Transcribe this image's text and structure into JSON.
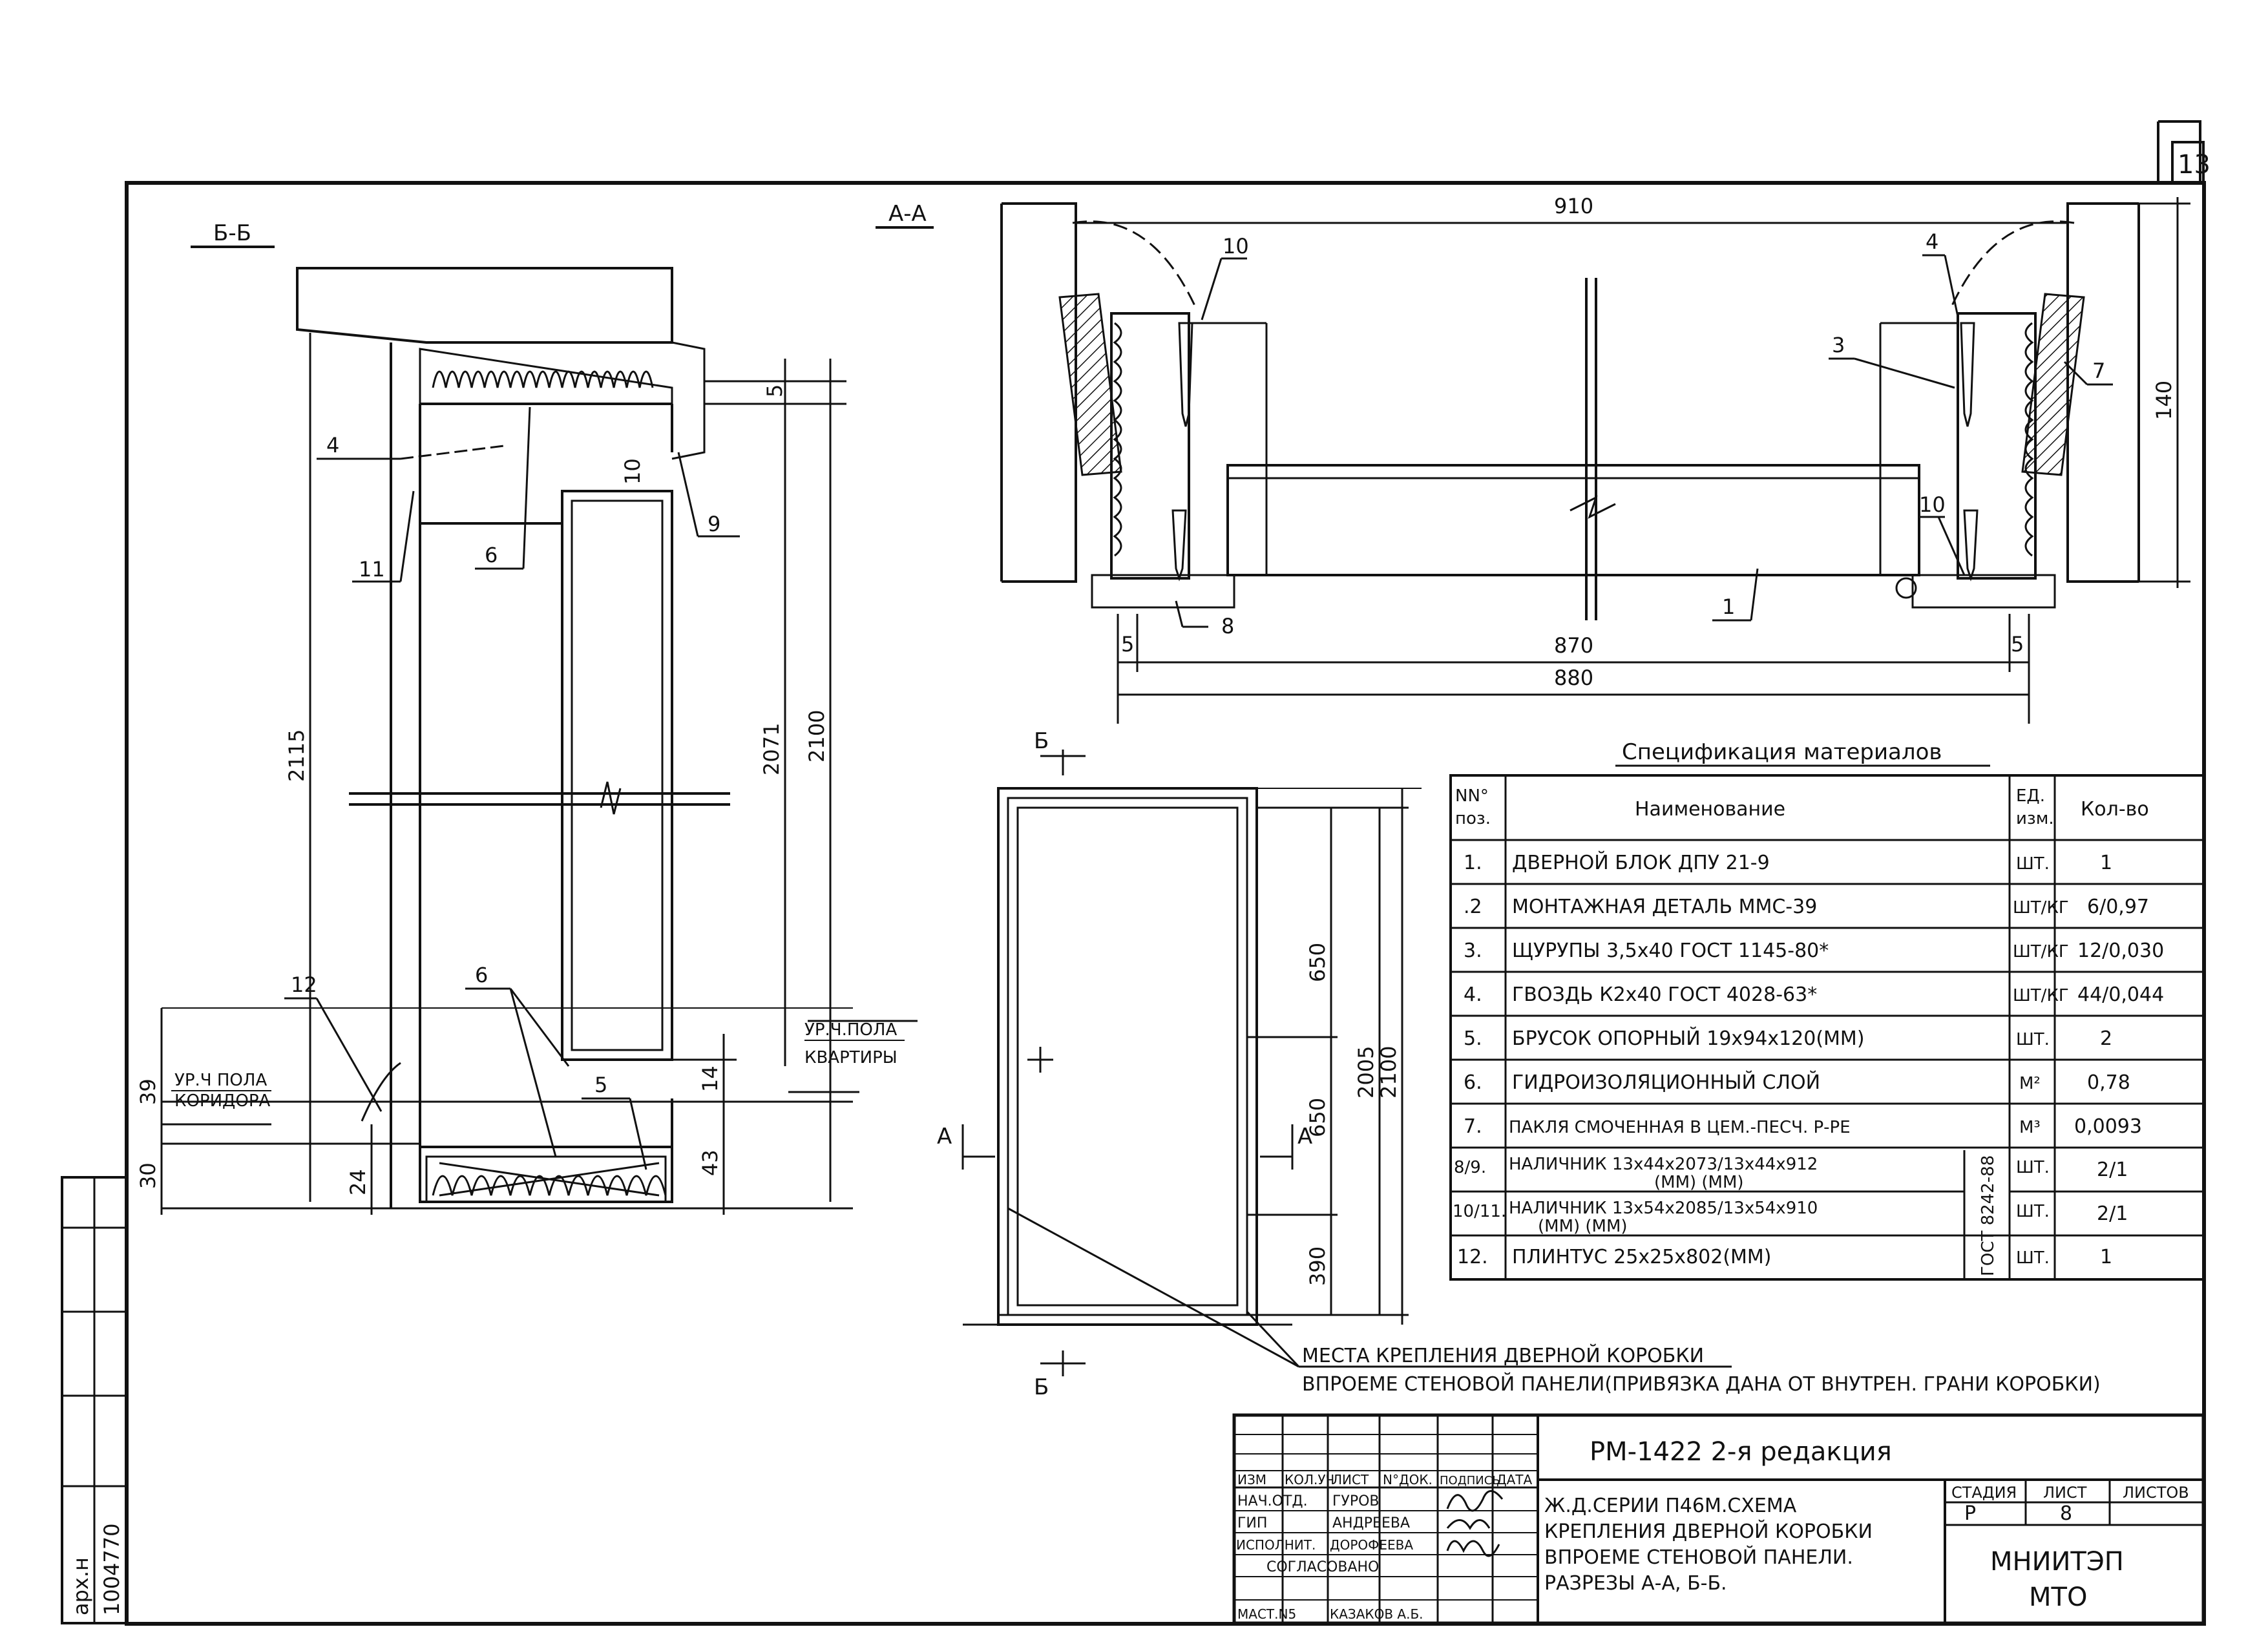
{
  "sheet_number": "13",
  "views": {
    "section_bb": {
      "title": "Б-Б",
      "dims": {
        "d5": "5",
        "d10": "10",
        "d2115": "2115",
        "d2071": "2071",
        "d2100": "2100",
        "d39": "39",
        "d30": "30",
        "d24": "24",
        "d14": "14",
        "d43": "43"
      },
      "callouts": {
        "c4": "4",
        "c11": "11",
        "c6a": "6",
        "c9": "9",
        "c12": "12",
        "c6b": "6",
        "c5": "5"
      },
      "level_corridor": [
        "УР.Ч ПОЛА",
        "КОРИДОРА"
      ],
      "level_apartment": [
        "УР.Ч.ПОЛА",
        "КВАРТИРЫ"
      ]
    },
    "section_aa": {
      "title": "А-А",
      "dims": {
        "d910": "910",
        "d140": "140",
        "d870": "870",
        "d880": "880",
        "d5l": "5",
        "d5r": "5"
      },
      "callouts": {
        "c10a": "10",
        "c4": "4",
        "c3": "3",
        "c7": "7",
        "c10b": "10",
        "c1": "1",
        "c8": "8"
      }
    },
    "elevation": {
      "cut_b_top": "Б",
      "cut_b_bottom": "Б",
      "cut_a_left": "А",
      "cut_a_right": "А",
      "dims": {
        "d650a": "650",
        "d650b": "650",
        "d390": "390",
        "d2005": "2005",
        "d2100": "2100"
      },
      "note_line1": "МЕСТА КРЕПЛЕНИЯ ДВЕРНОЙ КОРОБКИ",
      "note_line2": "ВПРОЕМЕ СТЕНОВОЙ ПАНЕЛИ(ПРИВЯЗКА ДАНА ОТ ВНУТРЕН. ГРАНИ КОРОБКИ)"
    }
  },
  "spec": {
    "title": "Спецификация материалов",
    "headers": {
      "pos": [
        "NN°",
        "поз."
      ],
      "name": "Наименование",
      "unit": [
        "ЕД.",
        "изм."
      ],
      "qty": "Кол-во"
    },
    "rows": [
      {
        "pos": "1.",
        "name": "ДВЕРНОЙ БЛОК ДПУ 21-9",
        "unit": "ШТ.",
        "qty": "1"
      },
      {
        "pos": ".2",
        "name": "МОНТАЖНАЯ ДЕТАЛЬ ММС-39",
        "unit": "ШТ/КГ",
        "qty": "6/0,97"
      },
      {
        "pos": "3.",
        "name": "ЩУРУПЫ 3,5х40 ГОСТ 1145-80*",
        "unit": "ШТ/КГ",
        "qty": "12/0,030"
      },
      {
        "pos": "4.",
        "name": "ГВОЗДЬ К2х40 ГОСТ 4028-63*",
        "unit": "ШТ/КГ",
        "qty": "44/0,044"
      },
      {
        "pos": "5.",
        "name": "БРУСОК ОПОРНЫЙ 19х94х120(ММ)",
        "unit": "ШТ.",
        "qty": "2"
      },
      {
        "pos": "6.",
        "name": "ГИДРОИЗОЛЯЦИОННЫЙ СЛОЙ",
        "unit": "М²",
        "qty": "0,78"
      },
      {
        "pos": "7.",
        "name": "ПАКЛЯ СМОЧЕННАЯ В ЦЕМ.-ПЕСЧ. Р-РЕ",
        "unit": "М³",
        "qty": "0,0093"
      },
      {
        "pos": "8/9.",
        "name": "НАЛИЧНИК 13х44х2073/13х44х912",
        "name2": "(ММ)                (ММ)",
        "unit": "ШТ.",
        "qty": "2/1"
      },
      {
        "pos": "10/11.",
        "name": "НАЛИЧНИК 13х54х2085/13х54х910",
        "name2": "(ММ)                (ММ)",
        "unit": "ШТ.",
        "qty": "2/1"
      },
      {
        "pos": "12.",
        "name": "ПЛИНТУС 25х25х802(ММ)",
        "unit": "ШТ.",
        "qty": "1"
      }
    ],
    "gost_vertical": "ГОСТ 8242-88"
  },
  "title_block": {
    "doc_code": "РМ-1422 2-я редакция",
    "description": [
      "Ж.Д.СЕРИИ П46М.СХЕМА",
      "КРЕПЛЕНИЯ ДВЕРНОЙ КОРОБКИ",
      "ВПРОЕМЕ СТЕНОВОЙ ПАНЕЛИ.",
      "РАЗРЕЗЫ А-А, Б-Б."
    ],
    "header_cells": [
      "ИЗМ",
      "КОЛ.УЧ",
      "ЛИСТ",
      "N°ДОК.",
      "ПОДПИСЬ",
      "ДАТА"
    ],
    "staff": [
      {
        "role": "НАЧ.ОТД.",
        "name": "ГУРОВ"
      },
      {
        "role": "ГИП",
        "name": "АНДРЕЕВА"
      },
      {
        "role": "ИСПОЛНИТ.",
        "name": "ДОРОФЕЕВА"
      },
      {
        "role": "СОГЛАСОВАНО",
        "name": ""
      },
      {
        "role": "МАСТ.N5",
        "name": "КАЗАКОВ А.Б."
      }
    ],
    "stage_headers": [
      "СТАДИЯ",
      "ЛИСТ",
      "ЛИСТОВ"
    ],
    "stage_values": [
      "Р",
      "8",
      ""
    ],
    "org": [
      "МНИИТЭП",
      "МТО"
    ]
  },
  "side_stamp": {
    "label": "арх.н",
    "number": "1004770"
  }
}
